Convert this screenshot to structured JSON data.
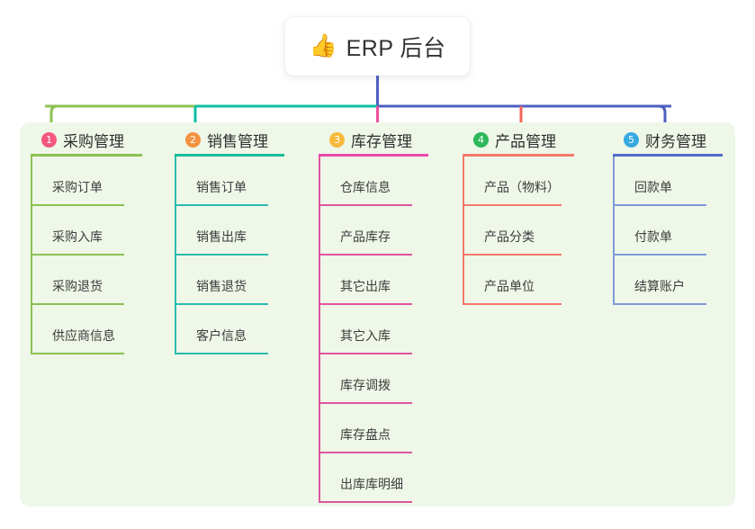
{
  "root": {
    "icon": "thumbs-up-icon",
    "emoji": "👍",
    "title": "ERP 后台"
  },
  "palette": {
    "page_background": "#ffffff",
    "panel_background": "#eef7e8",
    "card_background": "#ffffff",
    "trunk_line": "#4f5fc0",
    "text": "#3b3b3b"
  },
  "columns": [
    {
      "index": "1",
      "title": "采购管理",
      "badge_color": "#f4577e",
      "rule_color": "#8cc152",
      "line_color": "#8cc152",
      "connector_color": "#8cc152",
      "items": [
        {
          "label": "采购订单"
        },
        {
          "label": "采购入库"
        },
        {
          "label": "采购退货"
        },
        {
          "label": "供应商信息"
        }
      ]
    },
    {
      "index": "2",
      "title": "销售管理",
      "badge_color": "#f5923e",
      "rule_color": "#1abc9c",
      "line_color": "#2bbbad",
      "connector_color": "#11bfa3",
      "items": [
        {
          "label": "销售订单"
        },
        {
          "label": "销售出库"
        },
        {
          "label": "销售退货"
        },
        {
          "label": "客户信息"
        }
      ]
    },
    {
      "index": "3",
      "title": "库存管理",
      "badge_color": "#f6b93b",
      "rule_color": "#e84bb0",
      "line_color": "#e0559f",
      "connector_color": "#ef4e9b",
      "items": [
        {
          "label": "仓库信息"
        },
        {
          "label": "产品库存"
        },
        {
          "label": "其它出库"
        },
        {
          "label": "其它入库"
        },
        {
          "label": "库存调拨"
        },
        {
          "label": "库存盘点"
        },
        {
          "label": "出库库明细"
        }
      ]
    },
    {
      "index": "4",
      "title": "产品管理",
      "badge_color": "#2eb85c",
      "rule_color": "#f4796b",
      "line_color": "#f4796b",
      "connector_color": "#f4655a",
      "items": [
        {
          "label": "产品（物料）"
        },
        {
          "label": "产品分类"
        },
        {
          "label": "产品单位"
        }
      ]
    },
    {
      "index": "5",
      "title": "财务管理",
      "badge_color": "#37a9e0",
      "rule_color": "#4f6ec8",
      "line_color": "#7f9ad6",
      "connector_color": "#4f5fc0",
      "items": [
        {
          "label": "回款单"
        },
        {
          "label": "付款单"
        },
        {
          "label": "结算账户"
        }
      ]
    }
  ]
}
